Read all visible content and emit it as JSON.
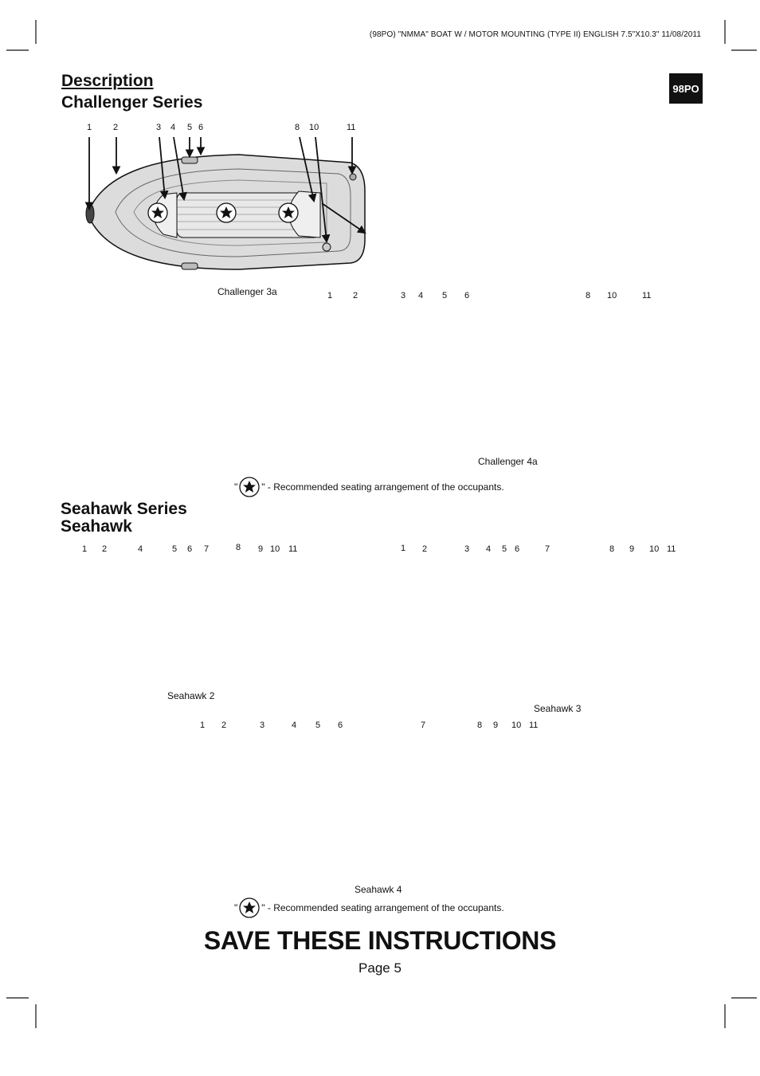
{
  "header": {
    "doc_code": "(98PO)  \"NMMA\" BOAT W / MOTOR MOUNTING (TYPE II)  ENGLISH  7.5\"X10.3\"  11/08/2011",
    "tab_label": "98PO"
  },
  "section1": {
    "title": "Description",
    "subtitle": "Challenger Series"
  },
  "section2": {
    "title": "Seahawk Series",
    "subtitle": "Seahawk"
  },
  "boats": {
    "challenger3a": {
      "caption": "Challenger 3a",
      "labels": [
        "1",
        "2",
        "3",
        "4",
        "5",
        "6",
        "8",
        "10",
        "11"
      ]
    },
    "challenger4a": {
      "caption": "Challenger 4a",
      "labels": [
        "1",
        "2",
        "3",
        "4",
        "5",
        "6",
        "8",
        "10",
        "11"
      ]
    },
    "seahawk2": {
      "caption": "Seahawk 2",
      "labels": [
        "1",
        "2",
        "4",
        "5",
        "6",
        "7",
        "8",
        "9",
        "10",
        "11"
      ]
    },
    "seahawk3": {
      "caption": "Seahawk 3",
      "labels": [
        "1",
        "2",
        "3",
        "4",
        "5",
        "6",
        "7",
        "8",
        "9",
        "10",
        "11"
      ]
    },
    "seahawk4": {
      "caption": "Seahawk 4",
      "labels": [
        "1",
        "2",
        "3",
        "4",
        "5",
        "6",
        "7",
        "8",
        "9",
        "10",
        "11"
      ]
    }
  },
  "legend": {
    "open_quote": "\"",
    "text": "\" - Recommended seating arrangement of the occupants.",
    "icon": "star-seat-icon"
  },
  "footer": {
    "title": "SAVE THESE INSTRUCTIONS",
    "page": "Page 5"
  }
}
